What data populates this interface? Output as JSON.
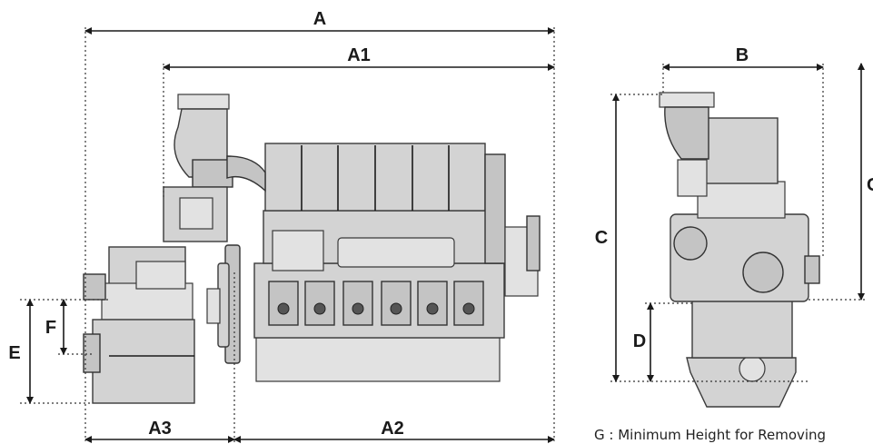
{
  "labels": {
    "A": "A",
    "A1": "A1",
    "A2": "A2",
    "A3": "A3",
    "B": "B",
    "C": "C",
    "D": "D",
    "E": "E",
    "F": "F",
    "G": "G"
  },
  "note": "G : Minimum Height for Removing"
}
